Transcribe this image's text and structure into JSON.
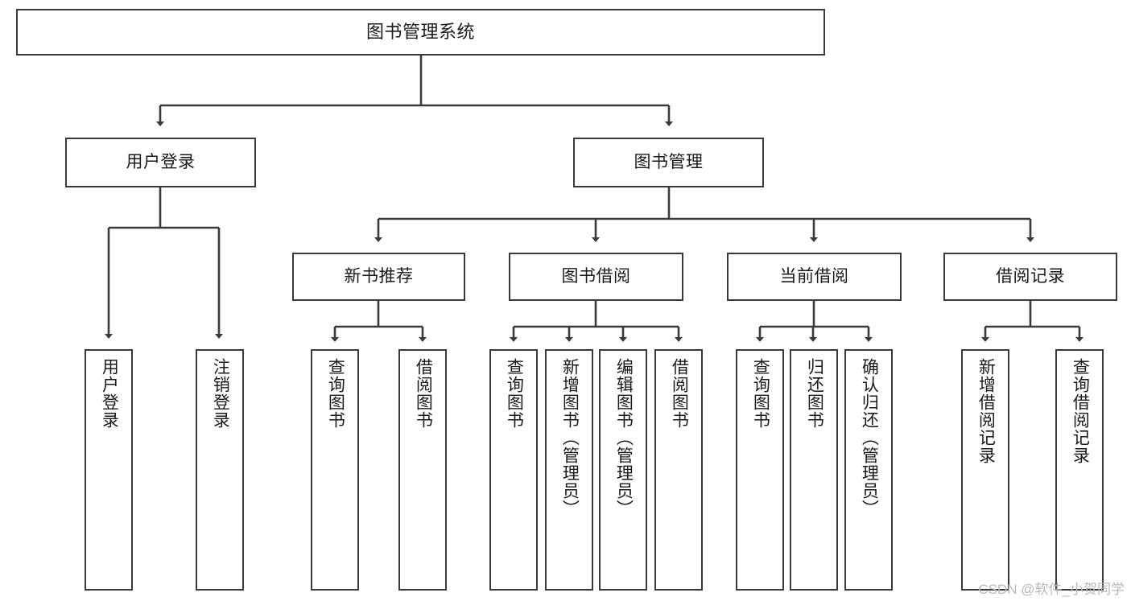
{
  "diagram": {
    "title": "图书管理系统",
    "type": "tree-hierarchy-chart",
    "colors": {
      "box_border": "#3a3a3a",
      "box_fill": "#ffffff",
      "connector": "#3a3a3a",
      "text": "#1a1a1a",
      "watermark": "#b9b9b9"
    },
    "root": {
      "label": "图书管理系统"
    },
    "level2": [
      {
        "label": "用户登录"
      },
      {
        "label": "图书管理"
      }
    ],
    "level3": [
      {
        "label": "新书推荐"
      },
      {
        "label": "图书借阅"
      },
      {
        "label": "当前借阅"
      },
      {
        "label": "借阅记录"
      }
    ],
    "leaves": {
      "user_login": [
        {
          "label": "用户登录"
        },
        {
          "label": "注销登录"
        }
      ],
      "new_book_recommend": [
        {
          "label": "查询图书"
        },
        {
          "label": "借阅图书"
        }
      ],
      "book_borrow": [
        {
          "label": "查询图书"
        },
        {
          "label": "新增图书（管理员）"
        },
        {
          "label": "编辑图书（管理员）"
        },
        {
          "label": "借阅图书"
        }
      ],
      "current_borrow": [
        {
          "label": "查询图书"
        },
        {
          "label": "归还图书"
        },
        {
          "label": "确认归还（管理员）"
        }
      ],
      "borrow_record": [
        {
          "label": "新增借阅记录"
        },
        {
          "label": "查询借阅记录"
        }
      ]
    },
    "watermark": "CSDN @软件_小贺同学"
  }
}
